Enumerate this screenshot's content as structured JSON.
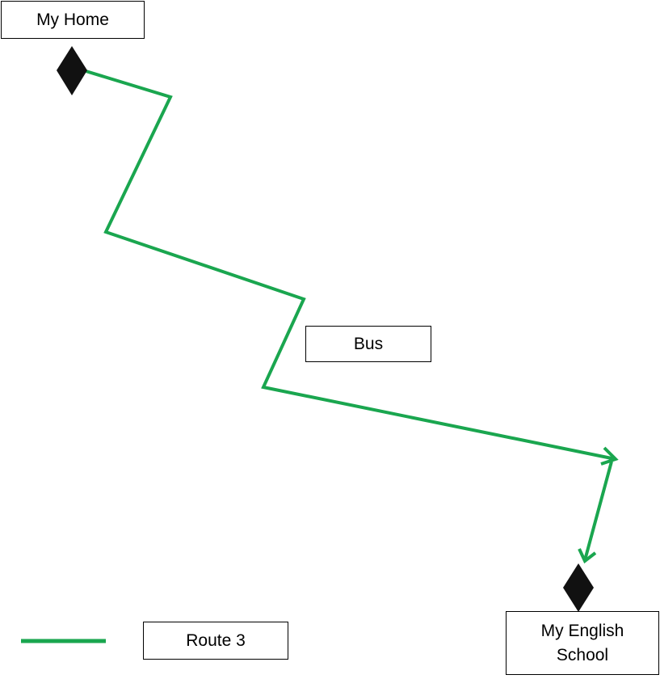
{
  "labels": {
    "home": "My Home",
    "bus": "Bus",
    "school_line1": "My English",
    "school_line2": "School",
    "legend": "Route 3"
  },
  "colors": {
    "route": "#1aa64f",
    "marker": "#111111",
    "box_border": "#000000"
  },
  "icons": {
    "start_marker": "diamond",
    "end_marker": "diamond",
    "route_end": "arrowhead"
  }
}
